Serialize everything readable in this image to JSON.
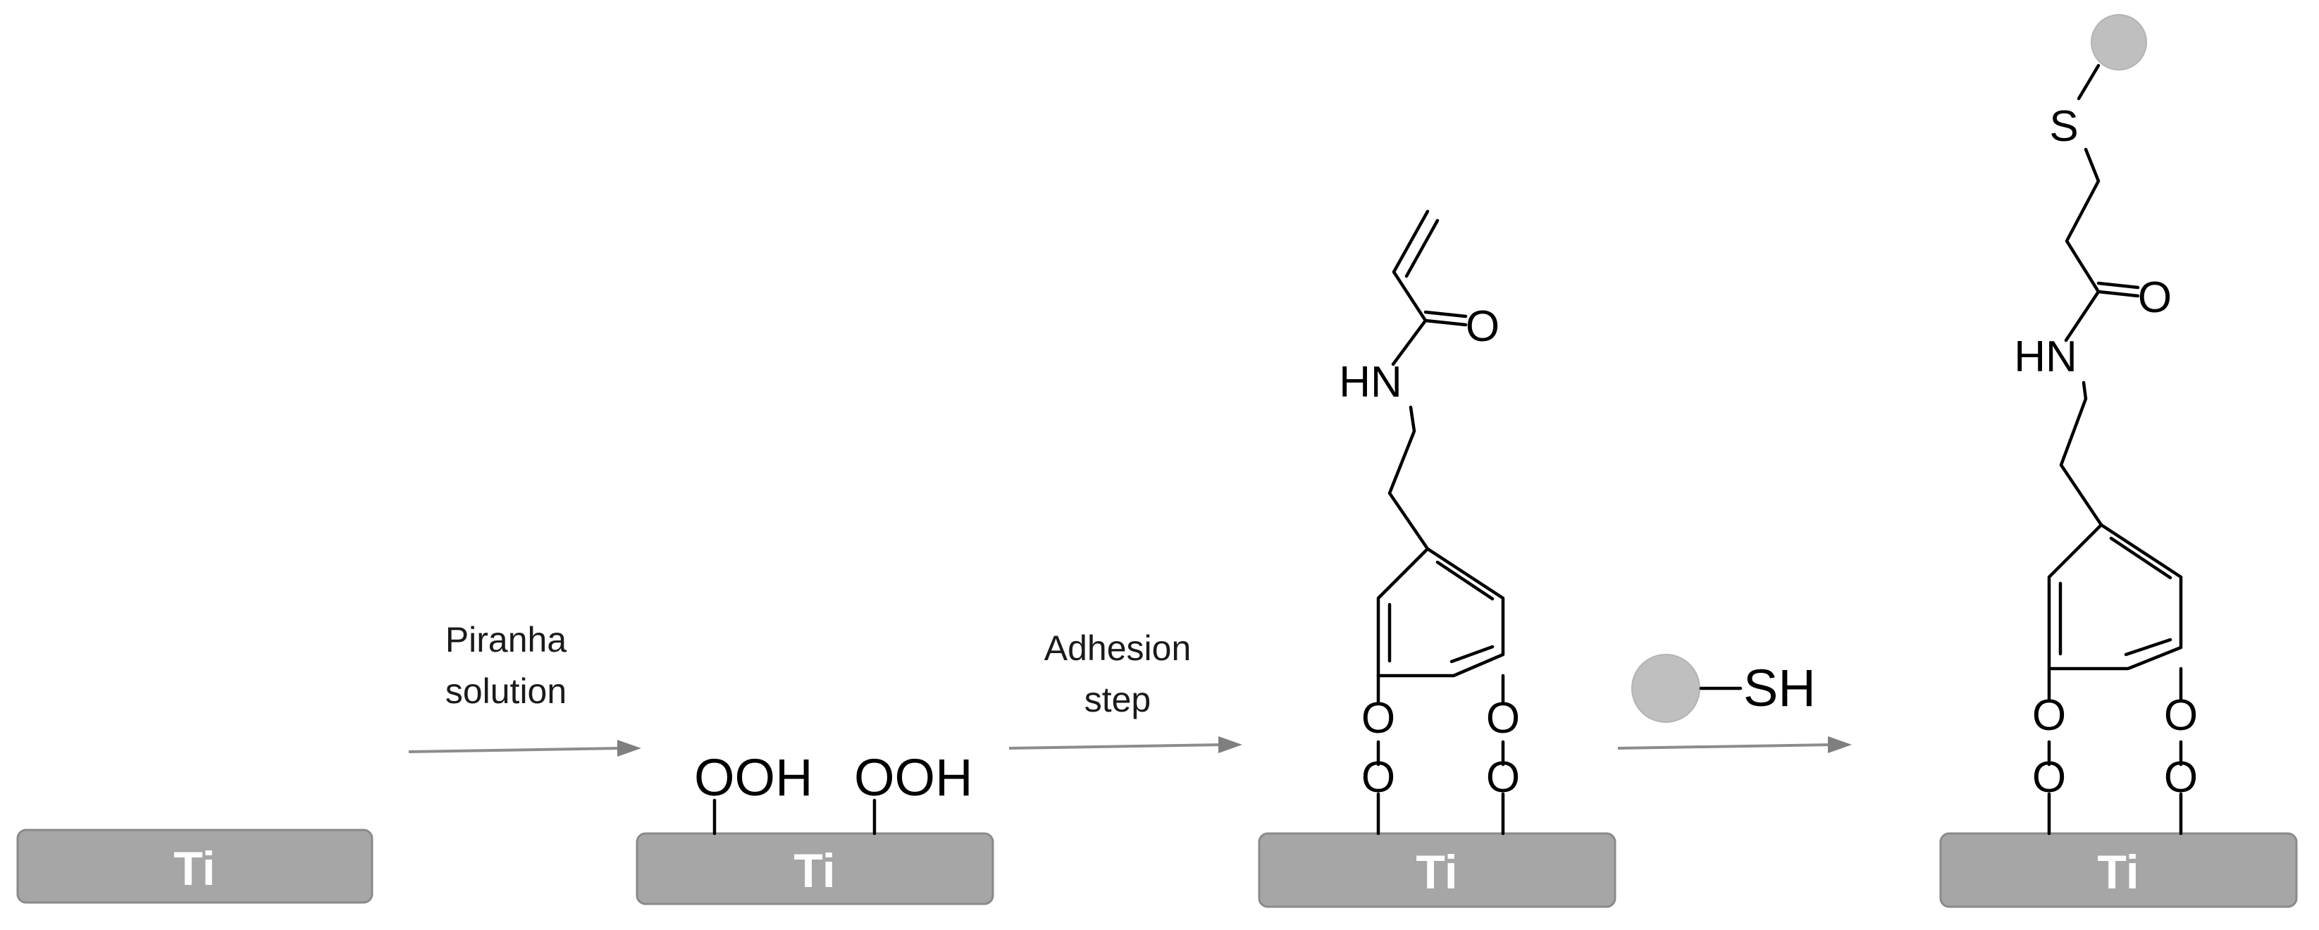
{
  "substrate": {
    "label": "Ti"
  },
  "steps": [
    {
      "caption_line1": "Piranha",
      "caption_line2": "solution"
    },
    {
      "caption_line1": "Adhesion",
      "caption_line2": "step"
    },
    {
      "reagent_label": "SH"
    }
  ],
  "stage2": {
    "group1": "OOH",
    "group2": "OOH"
  },
  "atoms": {
    "oxygen": "O",
    "amide_nitrogen": "HN",
    "sulfur": "S"
  },
  "colors": {
    "plate": "#a6a6a6",
    "arrow": "#8c8c8c",
    "bead": "#bfbfbf"
  }
}
